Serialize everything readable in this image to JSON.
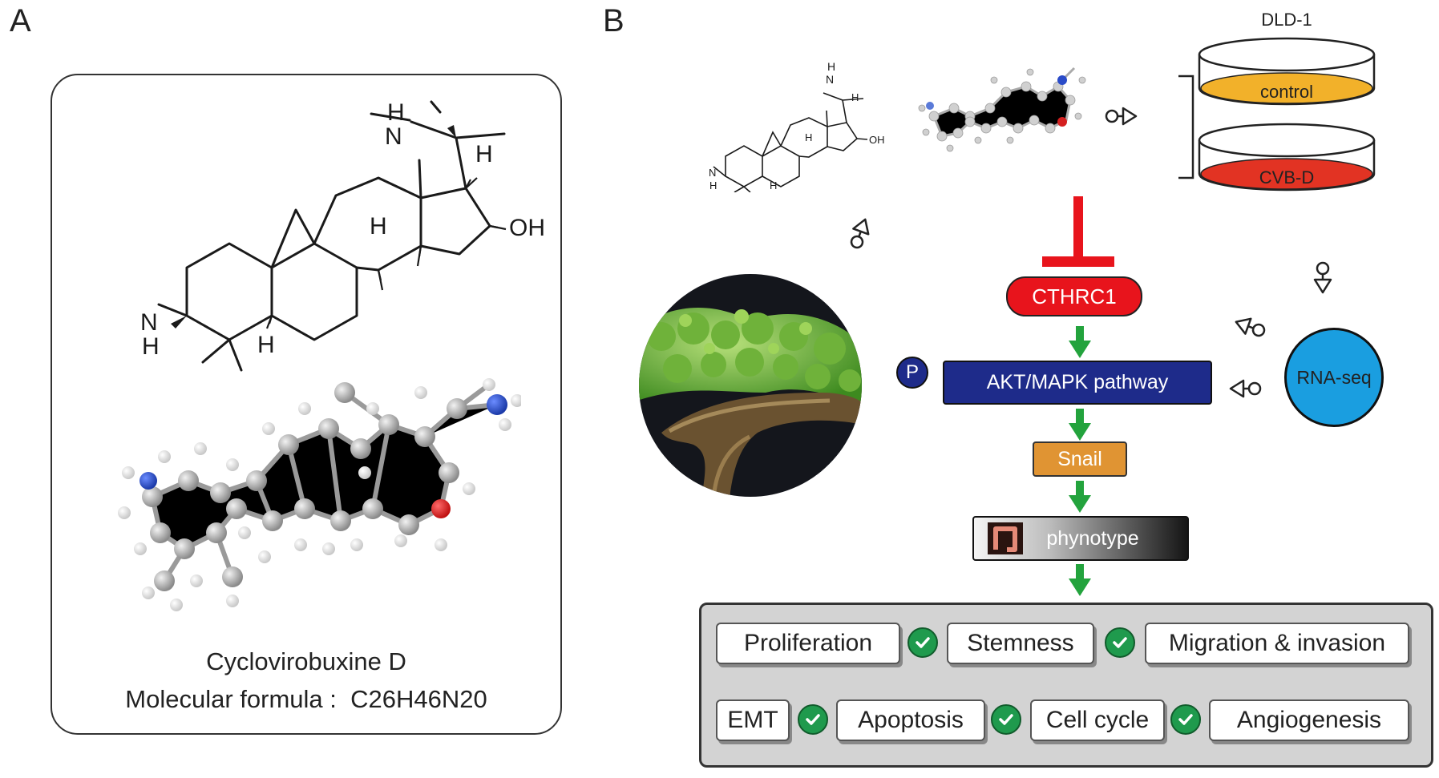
{
  "panel_a": {
    "letter": "A",
    "compound_name": "Cyclovirobuxine D",
    "formula_line": "Molecular formula :  C26H46N20",
    "atoms": {
      "H": "H",
      "N": "N",
      "OH": "OH"
    }
  },
  "panel_b": {
    "letter": "B",
    "cell_line": "DLD-1",
    "dishes": [
      {
        "label": "control",
        "color": "#f2b12a"
      },
      {
        "label": "CVB-D",
        "color": "#e23323"
      }
    ],
    "small_atoms": {
      "H": "H",
      "N": "N",
      "OH": "OH"
    },
    "pathway": {
      "target": "CTHRC1",
      "signaling": "AKT/MAPK pathway",
      "phospho_badge": "P",
      "effector": "Snail",
      "phenotype": "phynotype"
    },
    "rna_seq": "RNA-seq",
    "phenotypes": {
      "row1": [
        "Proliferation",
        "Stemness",
        "Migration & invasion"
      ],
      "row2": [
        "EMT",
        "Apoptosis",
        "Cell cycle",
        "Angiogenesis"
      ]
    }
  },
  "colors": {
    "inhibit_red": "#e8141c",
    "activate_green": "#23a33d",
    "akt_blue": "#1e2b8a",
    "snail_orange": "#e09433",
    "rna_blue": "#1a9ee0",
    "check_green": "#1f9a4d"
  },
  "icons": [
    "play-icon",
    "check-icon",
    "colon-icon",
    "plant-photo"
  ]
}
